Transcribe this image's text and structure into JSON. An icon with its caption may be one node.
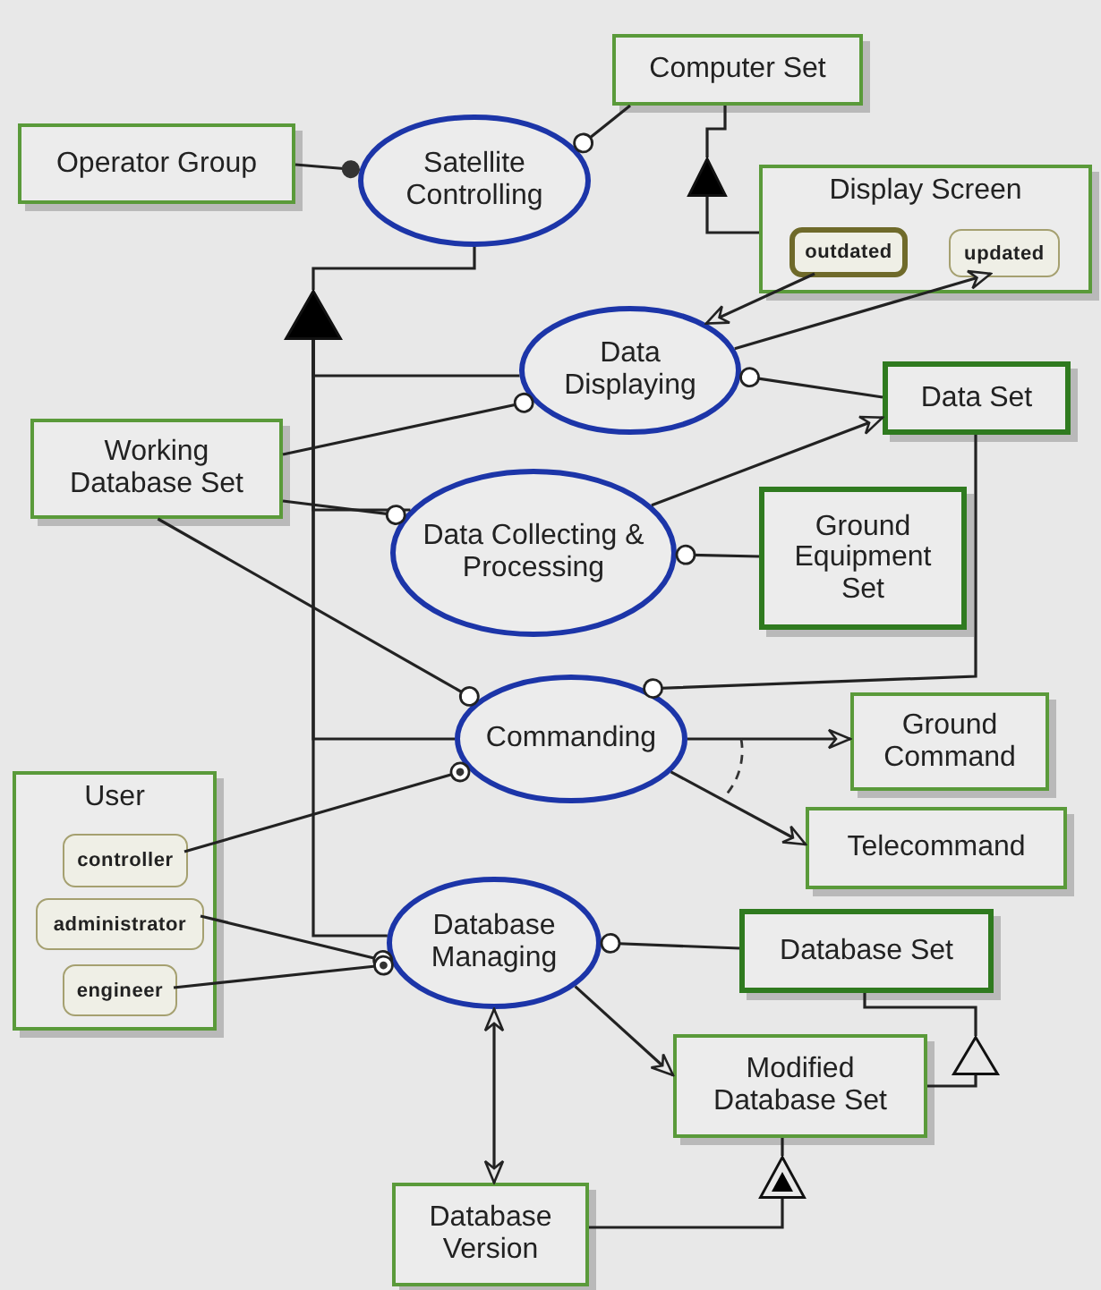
{
  "diagram": {
    "nodes": [
      {
        "text": [
          "Operator Group"
        ]
      },
      {
        "text": [
          "Satellite Controlling"
        ]
      },
      {
        "text": [
          "Computer Set"
        ]
      },
      {
        "text": [
          "Display Screen"
        ]
      },
      {
        "text": [
          "outdated"
        ],
        "in": 3
      },
      {
        "text": [
          "updated"
        ],
        "in": 3
      },
      {
        "text": [
          "Data Displaying"
        ]
      },
      {
        "text": [
          "Data Set"
        ]
      },
      {
        "text": [
          "Working Database Set"
        ]
      },
      {
        "text": [
          "Data Collecting & Processing"
        ]
      },
      {
        "text": [
          "Ground Equipment Set"
        ]
      },
      {
        "text": [
          "Commanding"
        ]
      },
      {
        "text": [
          "Ground Command"
        ]
      },
      {
        "text": [
          "Telecommand"
        ]
      },
      {
        "text": [
          "User"
        ]
      },
      {
        "text": [
          "controller"
        ],
        "in": 14
      },
      {
        "text": [
          "administrator"
        ],
        "in": 14
      },
      {
        "text": [
          "engineer"
        ],
        "in": 14
      },
      {
        "text": [
          "Database Managing"
        ]
      },
      {
        "text": [
          "Database Set"
        ]
      },
      {
        "text": [
          "Modified Database Set"
        ]
      },
      {
        "text": [
          "Database Version"
        ]
      },
      {
        "text": [],
        "shape": "triangle"
      },
      {
        "text": [],
        "shape": "triangle"
      },
      {
        "text": [],
        "shape": "triangle"
      },
      {
        "text": [],
        "shape": "triangle"
      }
    ],
    "edges": [
      {
        "from": 0,
        "to": 1,
        "arrow": "other"
      },
      {
        "from": 2,
        "to": 1,
        "arrow": "other"
      },
      {
        "from": 2,
        "to": 22,
        "arrow": "none"
      },
      {
        "from": 22,
        "to": 3,
        "arrow": "none"
      },
      {
        "from": 1,
        "to": 23,
        "arrow": "none"
      },
      {
        "from": 23,
        "to": 6,
        "arrow": "none"
      },
      {
        "from": 23,
        "to": 9,
        "arrow": "none"
      },
      {
        "from": 23,
        "to": 11,
        "arrow": "none"
      },
      {
        "from": 23,
        "to": 18,
        "arrow": "none"
      },
      {
        "from": 4,
        "to": 6,
        "arrow": "to"
      },
      {
        "from": 6,
        "to": 5,
        "arrow": "to"
      },
      {
        "from": 7,
        "to": 6,
        "arrow": "other"
      },
      {
        "from": 8,
        "to": 6,
        "arrow": "other"
      },
      {
        "from": 9,
        "to": 7,
        "arrow": "to"
      },
      {
        "from": 8,
        "to": 9,
        "arrow": "other"
      },
      {
        "from": 10,
        "to": 9,
        "arrow": "other"
      },
      {
        "from": 8,
        "to": 11,
        "arrow": "other"
      },
      {
        "from": 7,
        "to": 11,
        "arrow": "other"
      },
      {
        "from": 11,
        "to": 12,
        "arrow": "to"
      },
      {
        "from": 11,
        "to": 13,
        "arrow": "to"
      },
      {
        "from": 15,
        "to": 11,
        "arrow": "other"
      },
      {
        "from": 16,
        "to": 18,
        "arrow": "other"
      },
      {
        "from": 17,
        "to": 18,
        "arrow": "other"
      },
      {
        "from": 19,
        "to": 18,
        "arrow": "other"
      },
      {
        "from": 18,
        "to": 20,
        "arrow": "to"
      },
      {
        "from": 18,
        "to": 21,
        "arrow": "both"
      },
      {
        "from": 19,
        "to": 24,
        "arrow": "none"
      },
      {
        "from": 24,
        "to": 20,
        "arrow": "none"
      },
      {
        "from": 20,
        "to": 25,
        "arrow": "none"
      },
      {
        "from": 25,
        "to": 21,
        "arrow": "none"
      }
    ]
  }
}
